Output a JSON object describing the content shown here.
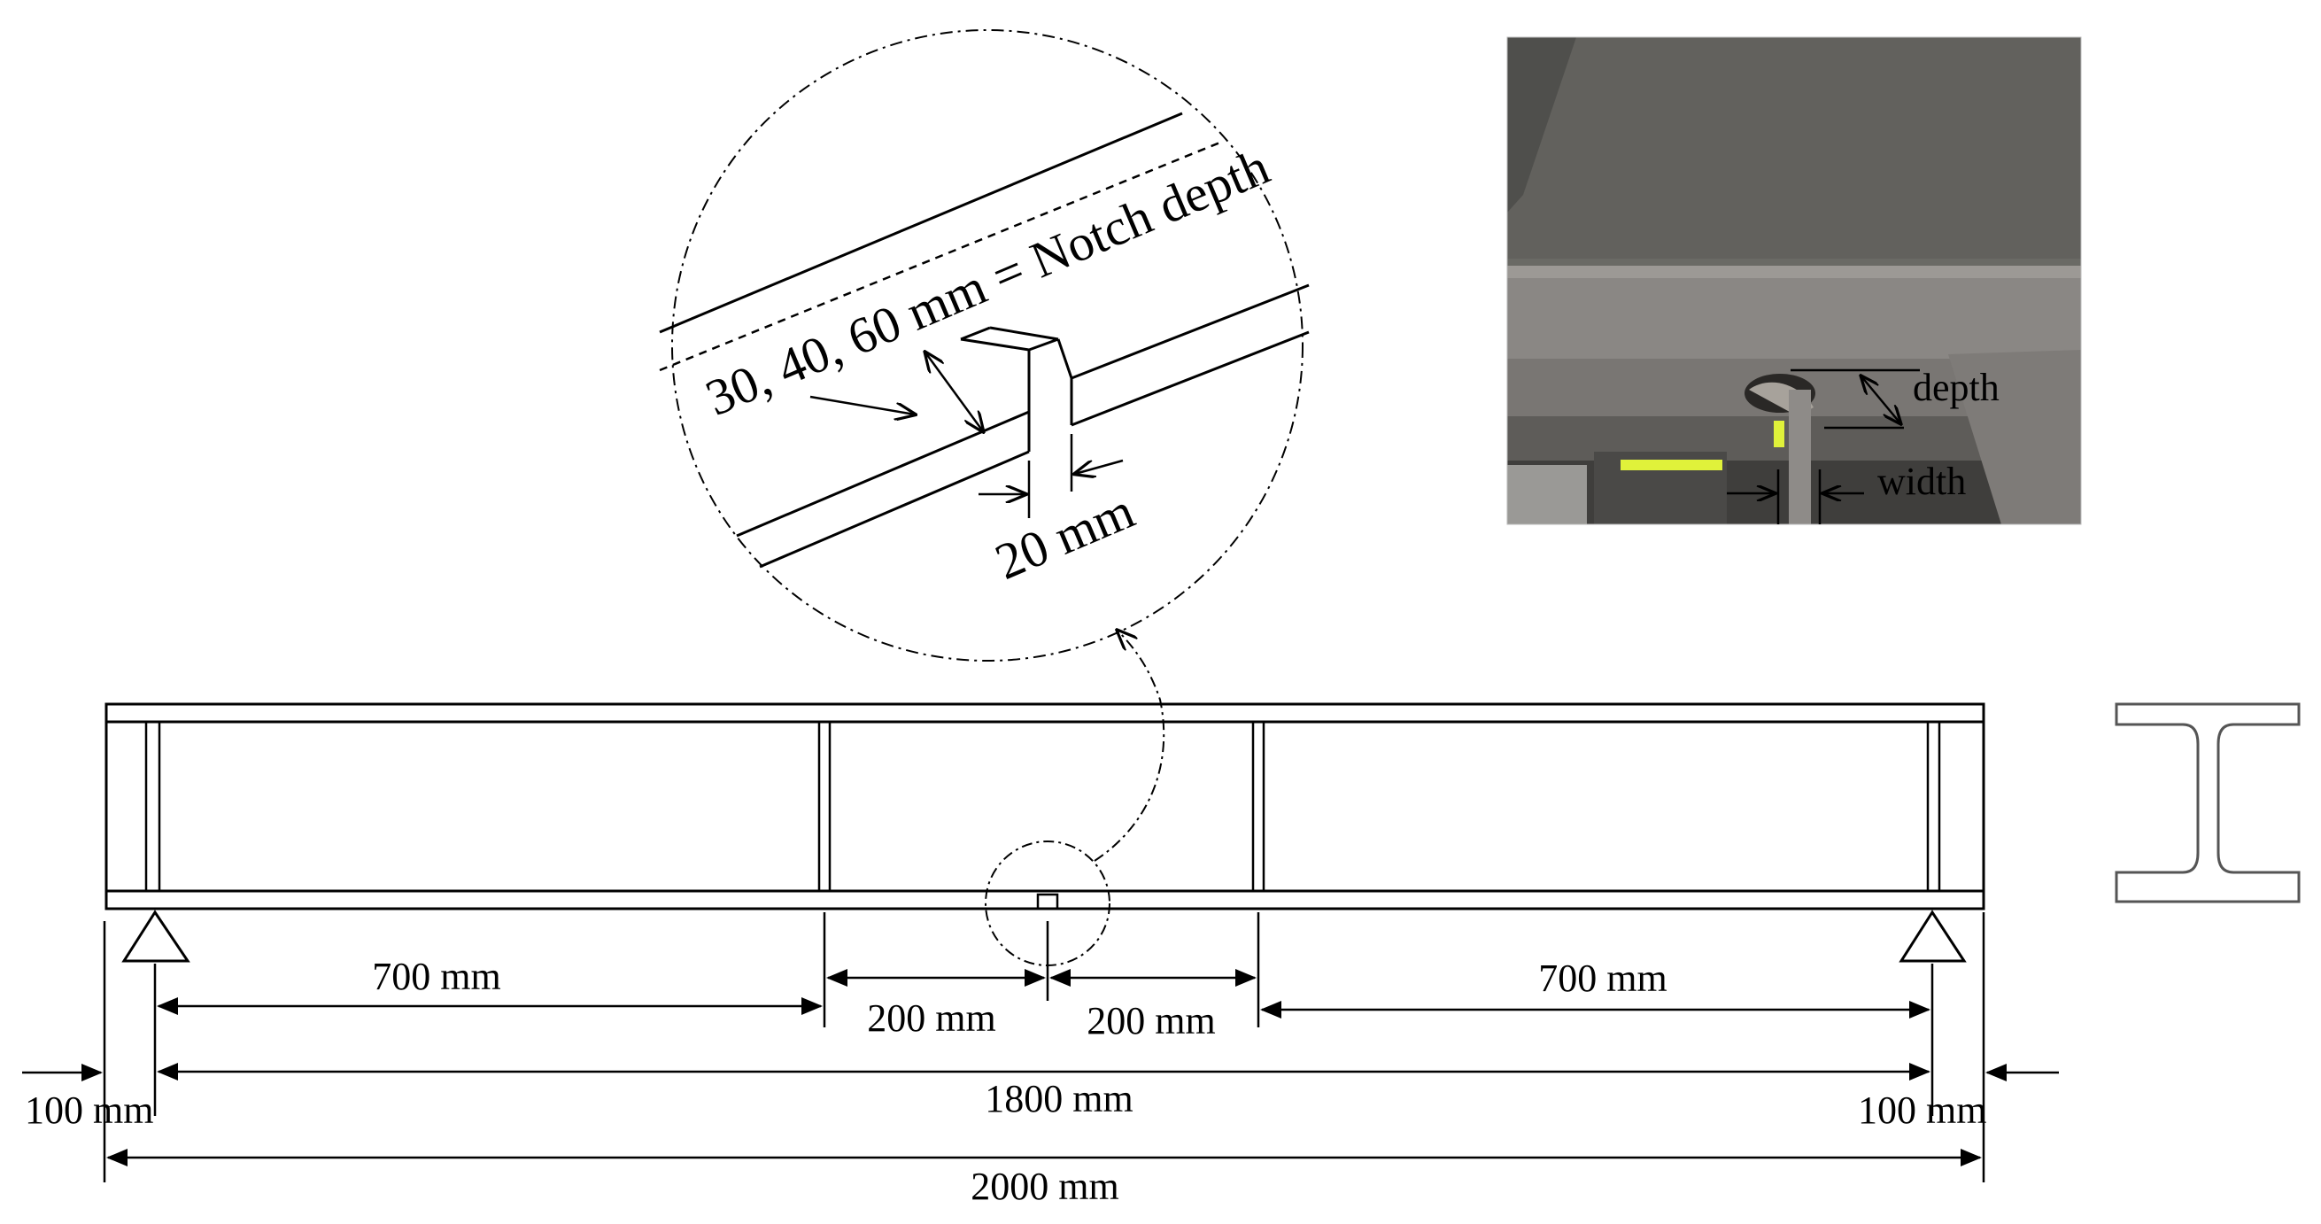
{
  "beam": {
    "dimensions": {
      "left_span": "700 mm",
      "center_left": "200 mm",
      "center_right": "200 mm",
      "right_span": "700 mm",
      "support_span": "1800 mm",
      "left_overhang": "100 mm",
      "right_overhang": "100 mm",
      "total_length": "2000 mm"
    }
  },
  "notch_detail": {
    "depth_label": "30, 40, 60 mm = Notch depth",
    "width_label": "20 mm"
  },
  "photo": {
    "depth_label": "depth",
    "width_label": "width"
  },
  "colors": {
    "line": "#000000",
    "cross_section": "#555555",
    "photo_wall": "#6a6a65",
    "photo_flange": "#8a8784",
    "highlight": "#e0f23a"
  }
}
